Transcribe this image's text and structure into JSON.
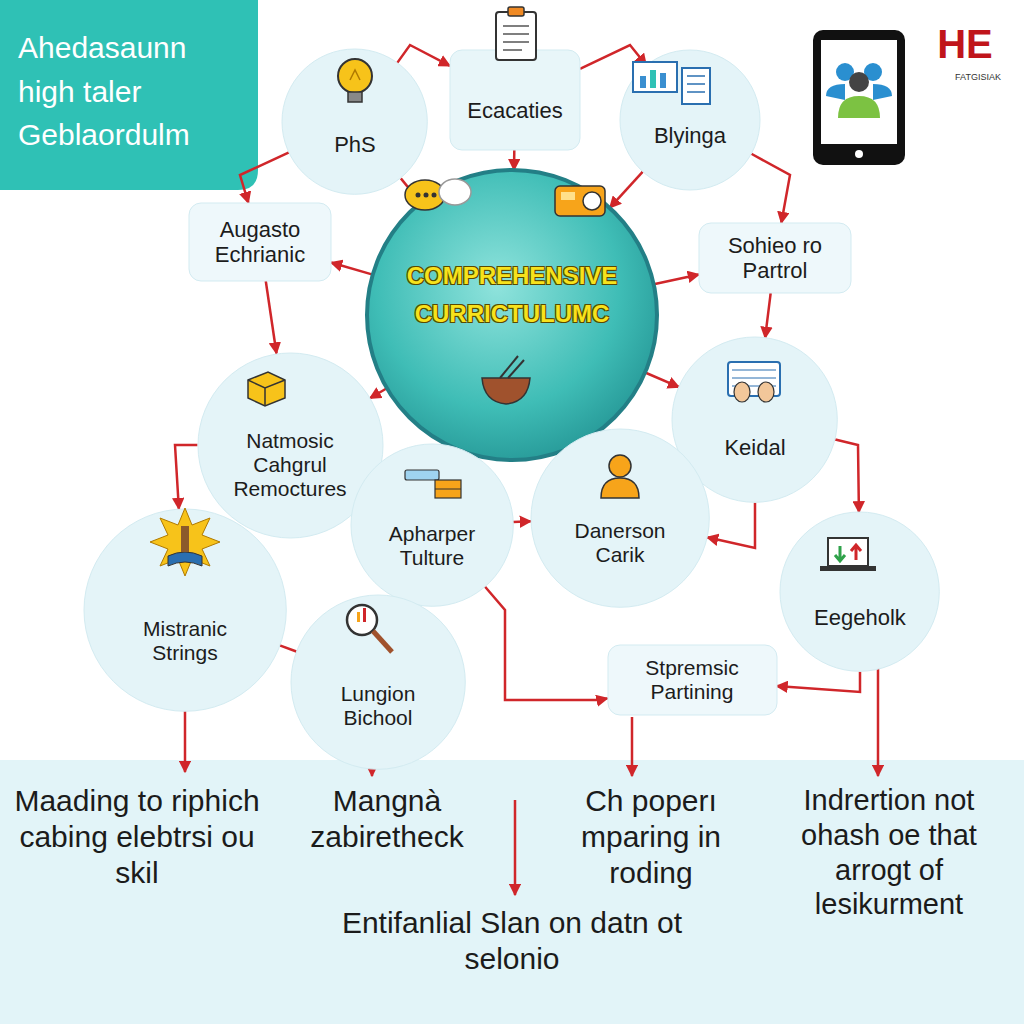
{
  "diagram": {
    "title": "Ahedasaunn high taler Geblaordulm",
    "nodes": [
      {
        "text": [
          "PhS"
        ]
      },
      {
        "text": [
          "Ecacaties"
        ]
      },
      {
        "text": [
          "Blyinga"
        ]
      },
      {
        "text": [
          "Augasto Echrianic"
        ]
      },
      {
        "text": [
          "Sohieo ro Partrol"
        ]
      },
      {
        "text": [
          "COMPREHENSIVE CURRICTULUMC"
        ]
      },
      {
        "text": [
          "Natmosic Cahgrul Remoctures"
        ]
      },
      {
        "text": [
          "Keidal"
        ]
      },
      {
        "text": [
          "Apharper Tulture"
        ]
      },
      {
        "text": [
          "Danerson Carik"
        ]
      },
      {
        "text": [
          "Mistranic Strings"
        ]
      },
      {
        "text": [
          "Eegeholk"
        ]
      },
      {
        "text": [
          "Lungion Bichool"
        ]
      },
      {
        "text": [
          "Stpremsic Partining"
        ]
      }
    ],
    "edges": [
      {
        "from": 0,
        "to": 1,
        "arrow": "to"
      },
      {
        "from": 1,
        "to": 2,
        "arrow": "to"
      },
      {
        "from": 2,
        "to": 4,
        "arrow": "to"
      },
      {
        "from": 4,
        "to": 7,
        "arrow": "to"
      },
      {
        "from": 7,
        "to": 11,
        "arrow": "to"
      },
      {
        "from": 11,
        "to": 13,
        "arrow": "to"
      },
      {
        "from": 0,
        "to": 3,
        "arrow": "to"
      },
      {
        "from": 3,
        "to": 6,
        "arrow": "to"
      },
      {
        "from": 1,
        "to": 5,
        "arrow": "to"
      },
      {
        "from": 2,
        "to": 5,
        "arrow": "to"
      },
      {
        "from": 0,
        "to": 5,
        "arrow": "to"
      },
      {
        "from": 5,
        "to": 3,
        "arrow": "to"
      },
      {
        "from": 5,
        "to": 4,
        "arrow": "to"
      },
      {
        "from": 5,
        "to": 6,
        "arrow": "to"
      },
      {
        "from": 5,
        "to": 7,
        "arrow": "to"
      },
      {
        "from": 8,
        "to": 5,
        "arrow": "to"
      },
      {
        "from": 9,
        "to": 5,
        "arrow": "to"
      },
      {
        "from": 8,
        "to": 9,
        "arrow": "to"
      },
      {
        "from": 8,
        "to": 6,
        "arrow": "to"
      },
      {
        "from": 7,
        "to": 9,
        "arrow": "to"
      },
      {
        "from": 6,
        "to": 10,
        "arrow": "to"
      },
      {
        "from": 10,
        "to": 12,
        "arrow": "none"
      },
      {
        "from": 8,
        "to": 13,
        "arrow": "to"
      }
    ],
    "labels": [
      "HE",
      "FATGISIAK",
      "Maading to riphich cabing elebtrsi ou skil",
      "Mangnà zabiretheck",
      "Ch poperı mparing in roding",
      "Indrertion not ohash oe that arrogt of lesikurment",
      "Entifanlial Slan on datn ot selonio"
    ]
  }
}
